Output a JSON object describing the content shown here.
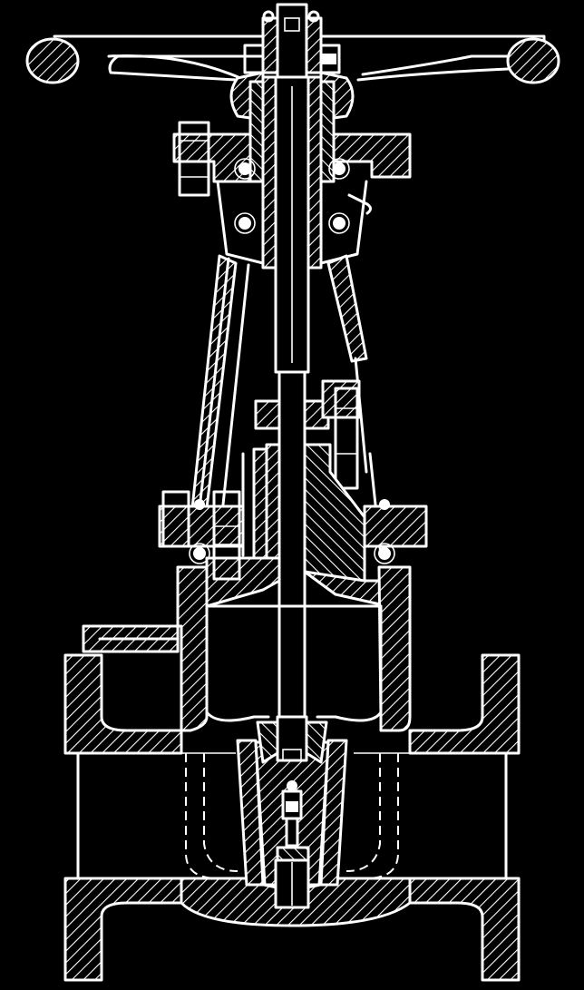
{
  "drawing": {
    "subject": "gate-valve-cross-section",
    "line_color": "#ffffff",
    "background_color": "#000000",
    "parts": [
      "handwheel",
      "yoke-nut",
      "yoke",
      "gland-flange",
      "stem",
      "bonnet",
      "body-bonnet-bolts",
      "body",
      "inlet-flange",
      "outlet-flange",
      "wedge-gate",
      "seat-rings",
      "side-pipe-nipple"
    ]
  }
}
